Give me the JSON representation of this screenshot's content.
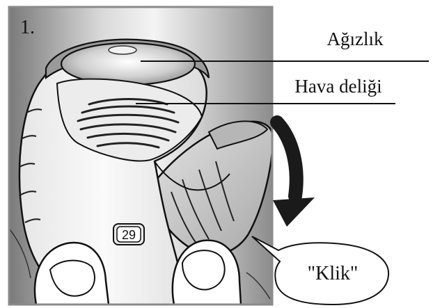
{
  "step": {
    "number": "1."
  },
  "labels": {
    "mouthpiece": "Ağızlık",
    "air_vent": "Hava deliği",
    "click": "\"Klik\""
  },
  "counter": {
    "value": "29"
  },
  "icons": {
    "arrow": "curved-down-arrow-icon"
  },
  "colors": {
    "frame_border": "#8a8a8a",
    "background_dark": "#7d7d7d",
    "background_light": "#f2f2f2",
    "device_body": "#f4f4f4",
    "cover": "#cfcfcf",
    "arrow": "#1a1a1a"
  }
}
